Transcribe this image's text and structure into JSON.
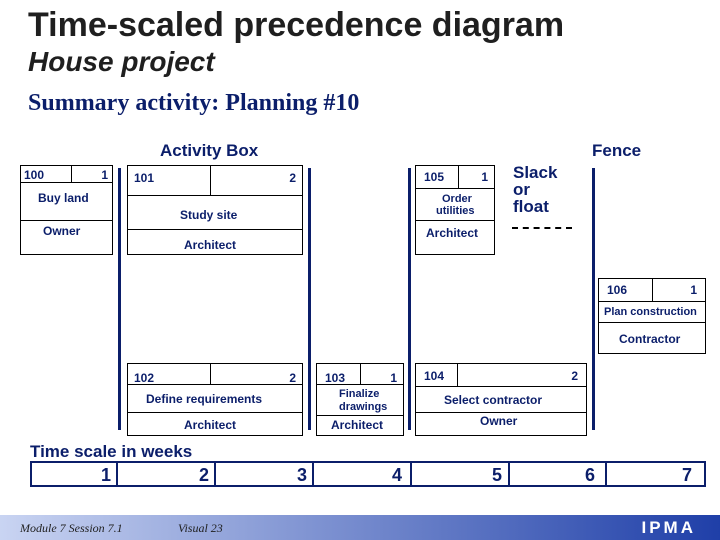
{
  "title": "Time-scaled precedence diagram",
  "subtitle": "House project",
  "summary": "Summary activity: Planning #10",
  "labels": {
    "activity_box": "Activity Box",
    "fence": "Fence",
    "slack": [
      "Slack",
      "or",
      "float"
    ]
  },
  "activities": {
    "a100": {
      "id": "100",
      "duration": "1",
      "name": "Buy land",
      "resource": "Owner"
    },
    "a101": {
      "id": "101",
      "duration": "2",
      "name": "Study site",
      "resource": "Architect"
    },
    "a105": {
      "id": "105",
      "duration": "1",
      "name": [
        "Order",
        "utilities"
      ],
      "resource": "Architect"
    },
    "a106": {
      "id": "106",
      "duration": "1",
      "name": "Plan construction",
      "resource": "Contractor"
    },
    "a102": {
      "id": "102",
      "duration": "2",
      "name": "Define requirements",
      "resource": "Architect"
    },
    "a103": {
      "id": "103",
      "duration": "1",
      "name": [
        "Finalize",
        "drawings"
      ],
      "resource": "Architect"
    },
    "a104": {
      "id": "104",
      "duration": "2",
      "name": "Select contractor",
      "resource": "Owner"
    }
  },
  "time_scale": {
    "label": "Time scale in weeks",
    "weeks": [
      "1",
      "2",
      "3",
      "4",
      "5",
      "6",
      "7"
    ]
  },
  "footer": {
    "module": "Module 7  Session 7.1",
    "visual": "Visual 23",
    "logo": "IPMA"
  }
}
